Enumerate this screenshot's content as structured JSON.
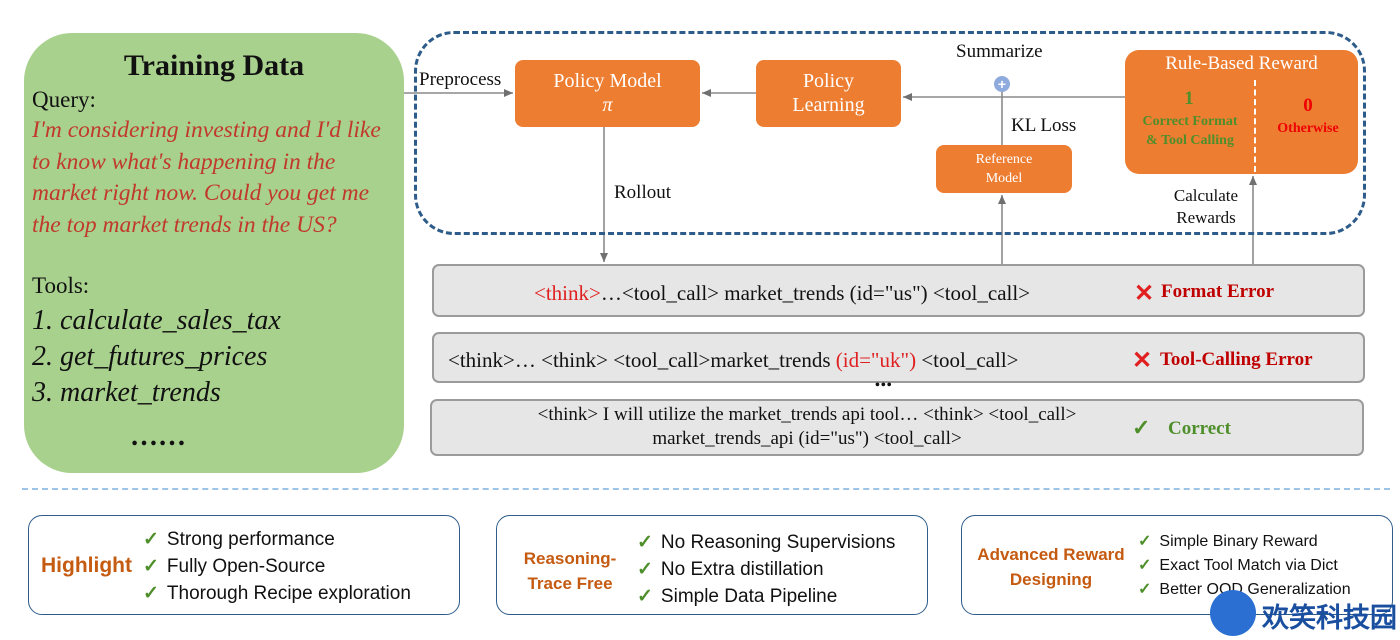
{
  "training_data": {
    "title": "Training Data",
    "query_label": "Query:",
    "query_text": "I'm considering investing and I'd like to know what's happening in the market right now. Could you get me the top market trends in the US?",
    "tools_label": "Tools:",
    "tools": [
      "1. calculate_sales_tax",
      "2. get_futures_prices",
      "3. market_trends"
    ],
    "ellipsis": "……"
  },
  "pipeline": {
    "preprocess": "Preprocess",
    "policy_model": "Policy Model",
    "policy_symbol": "π",
    "policy_learning_line1": "Policy",
    "policy_learning_line2": "Learning",
    "summarize": "Summarize",
    "plus": "+",
    "kl_loss": "KL Loss",
    "reference_model_line1": "Reference",
    "reference_model_line2": "Model",
    "rollout": "Rollout",
    "calculate_rewards_line1": "Calculate",
    "calculate_rewards_line2": "Rewards",
    "reward": {
      "title": "Rule-Based Reward",
      "one": "1",
      "one_text_line1": "Correct Format",
      "one_text_line2": "& Tool Calling",
      "zero": "0",
      "zero_text": "Otherwise"
    }
  },
  "rollouts": [
    {
      "text_red": "<think>",
      "text_rest": "…<tool_call> market_trends (id=\"us\") <tool_call>",
      "mark": "✕",
      "status": "Format Error"
    },
    {
      "text_pre": "<think>… <think> <tool_call>market_trends ",
      "text_red": "(id=\"uk\")",
      "text_post": " <tool_call>",
      "mark": "✕",
      "status": "Tool-Calling Error"
    },
    {
      "text_line1": "<think> I will utilize the market_trends api tool… <think> <tool_call>",
      "text_line2": "market_trends_api (id=\"us\") <tool_call>",
      "mark": "✓",
      "status": "Correct"
    }
  ],
  "dots": "•••",
  "features": [
    {
      "heading": "Highlight",
      "items": [
        "Strong performance",
        "Fully Open-Source",
        "Thorough Recipe exploration"
      ]
    },
    {
      "heading_line1": "Reasoning-",
      "heading_line2": "Trace Free",
      "items": [
        "No Reasoning Supervisions",
        "No Extra distillation",
        "Simple Data Pipeline"
      ]
    },
    {
      "heading_line1": "Advanced Reward",
      "heading_line2": "Designing",
      "items": [
        "Simple Binary Reward",
        "Exact Tool Match via Dict",
        "Better OOD Generalization"
      ]
    }
  ],
  "check_mark": "✓",
  "watermark": "欢笑科技园",
  "colors": {
    "training_bg": "#a9d18e",
    "orange": "#ed7d31",
    "dashed_border": "#2e5c8a",
    "error_red": "#c00000",
    "correct_green": "#4e8f2b",
    "feature_heading": "#c55a11"
  }
}
